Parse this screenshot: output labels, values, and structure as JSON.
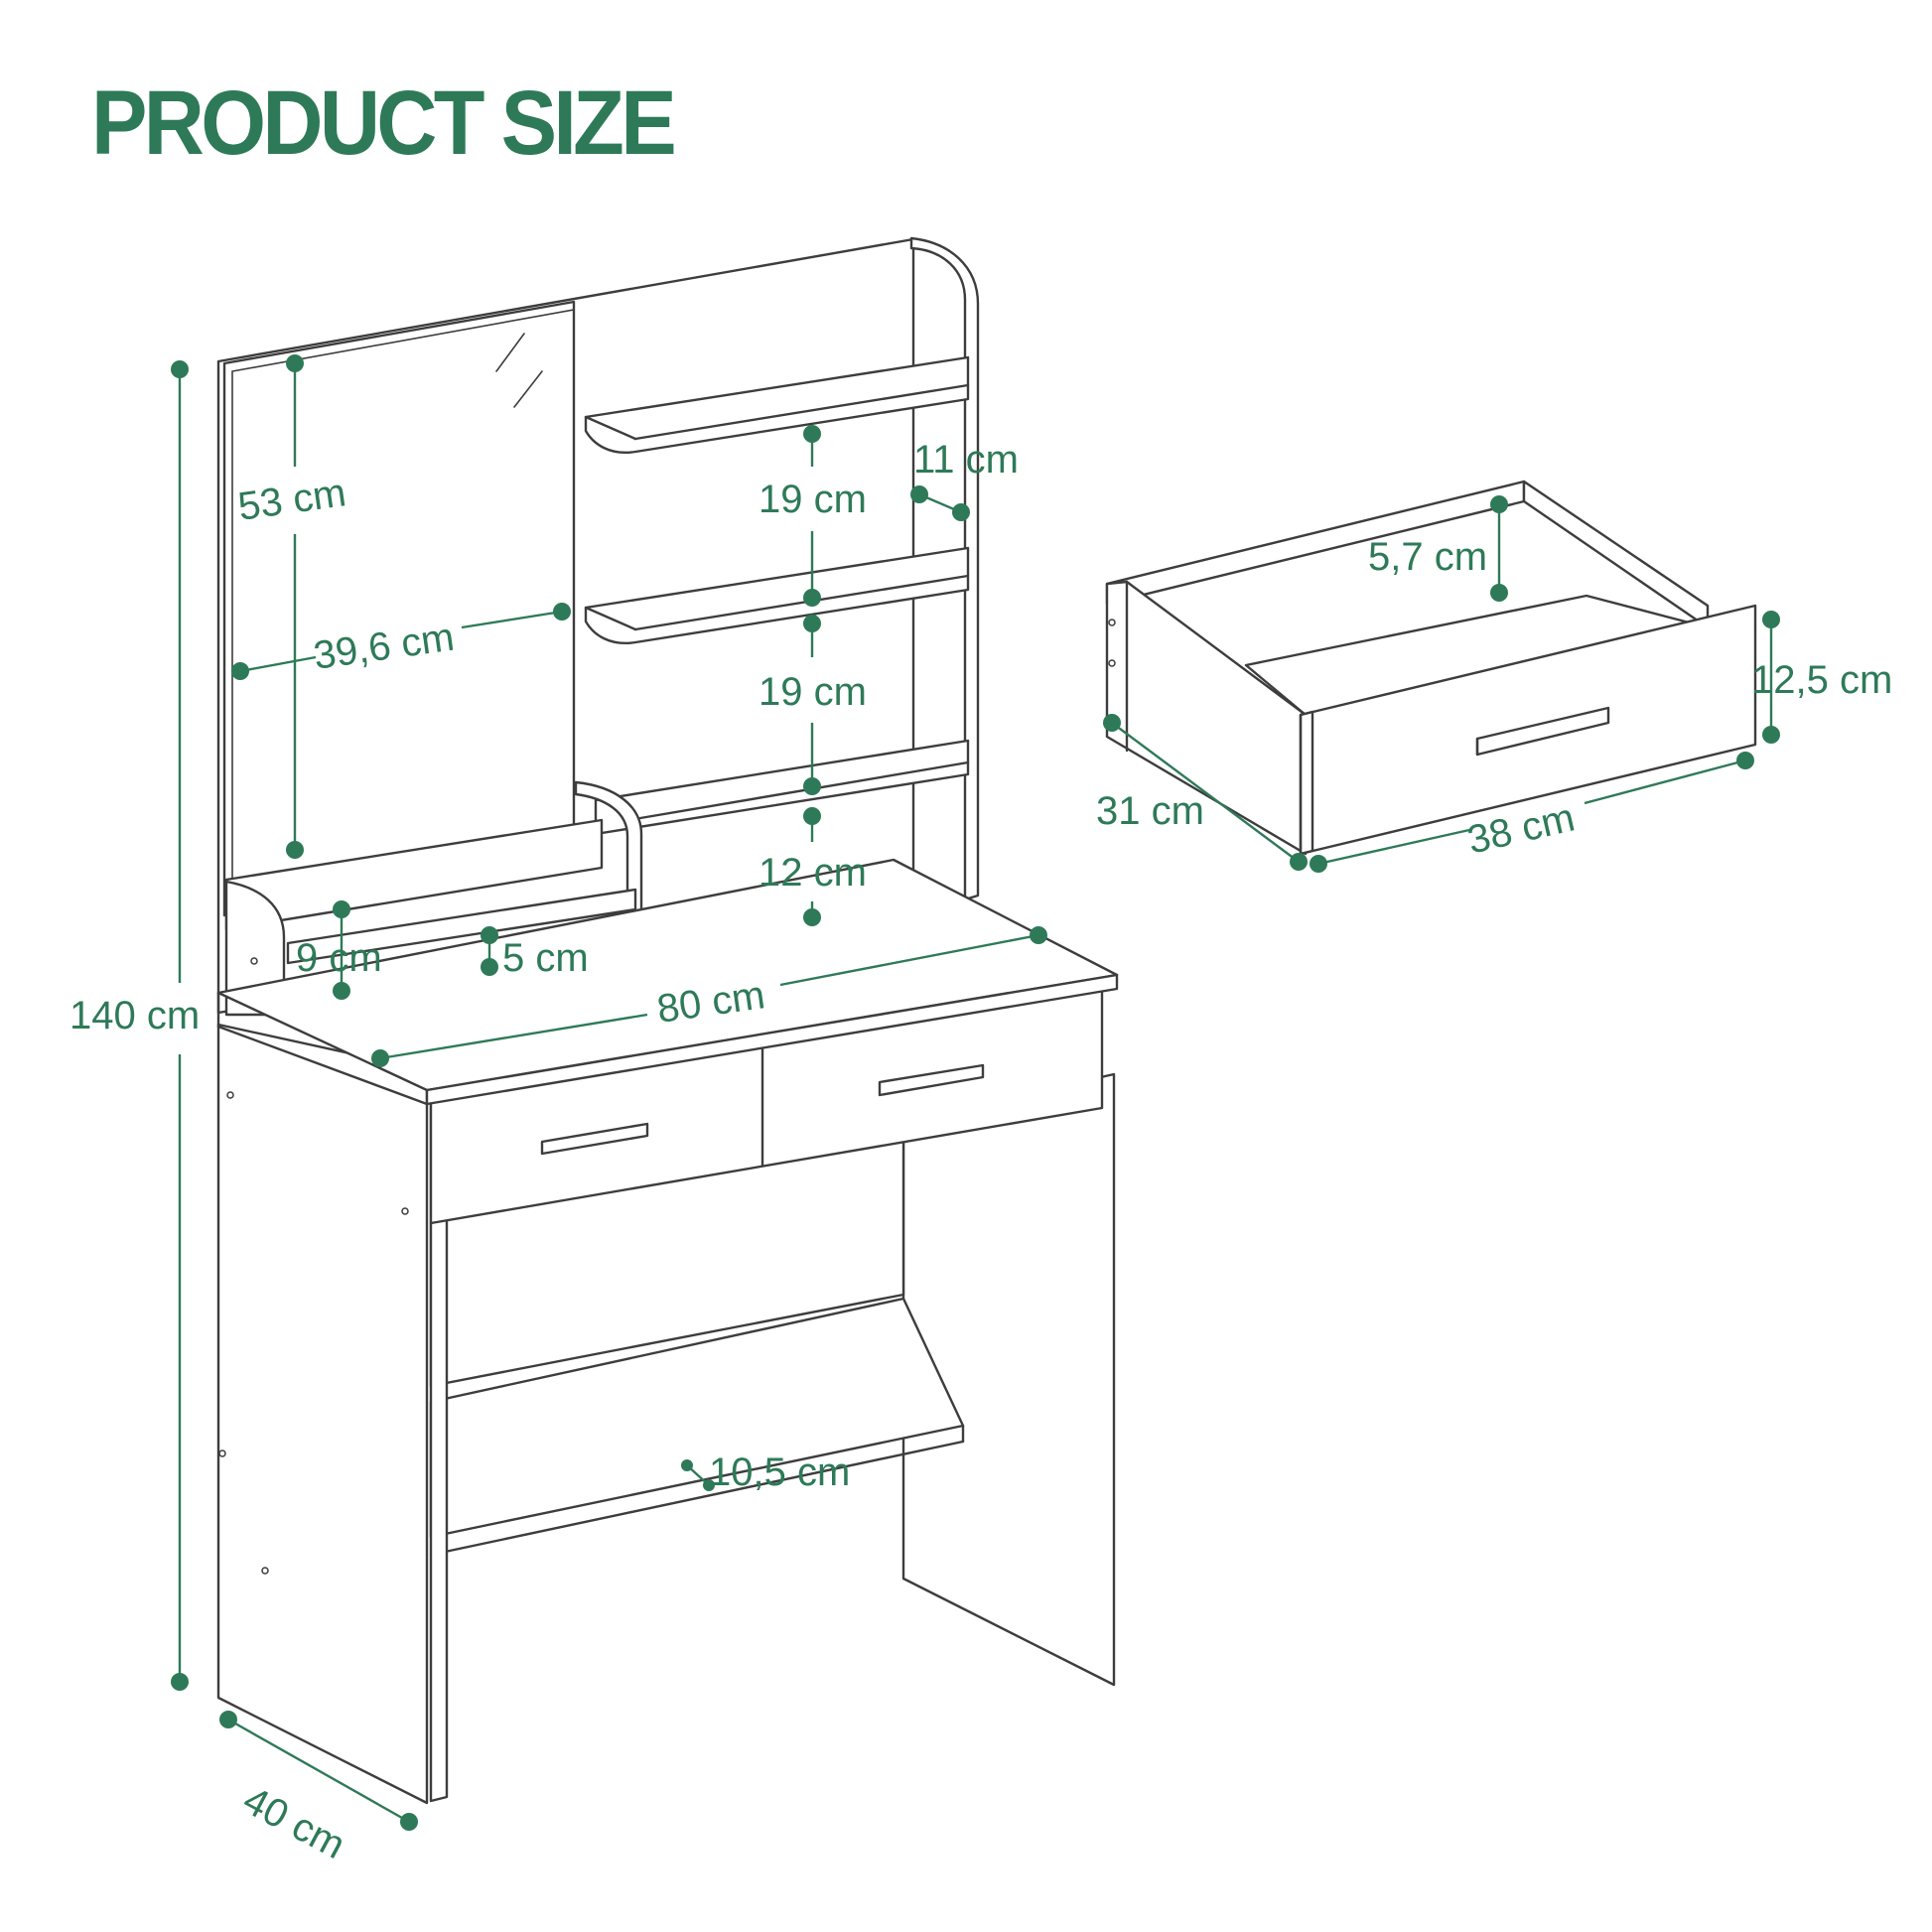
{
  "title": "PRODUCT SIZE",
  "colors": {
    "accent": "#2e7a58",
    "outline": "#3d3d3d",
    "background": "#ffffff"
  },
  "dimensions": {
    "mirror_height": "53 cm",
    "mirror_width": "39,6 cm",
    "shelf_gap_top": "19 cm",
    "shelf_gap_middle": "19 cm",
    "shelf_gap_bottom": "12 cm",
    "shelf_depth": "11 cm",
    "front_rail_height": "9 cm",
    "front_rail_depth": "5 cm",
    "table_width": "80 cm",
    "total_height": "140 cm",
    "table_depth": "40 cm",
    "foot_shelf_depth": "10,5 cm",
    "drawer_inner_height": "5,7 cm",
    "drawer_height": "12,5 cm",
    "drawer_depth": "31 cm",
    "drawer_width": "38 cm"
  }
}
